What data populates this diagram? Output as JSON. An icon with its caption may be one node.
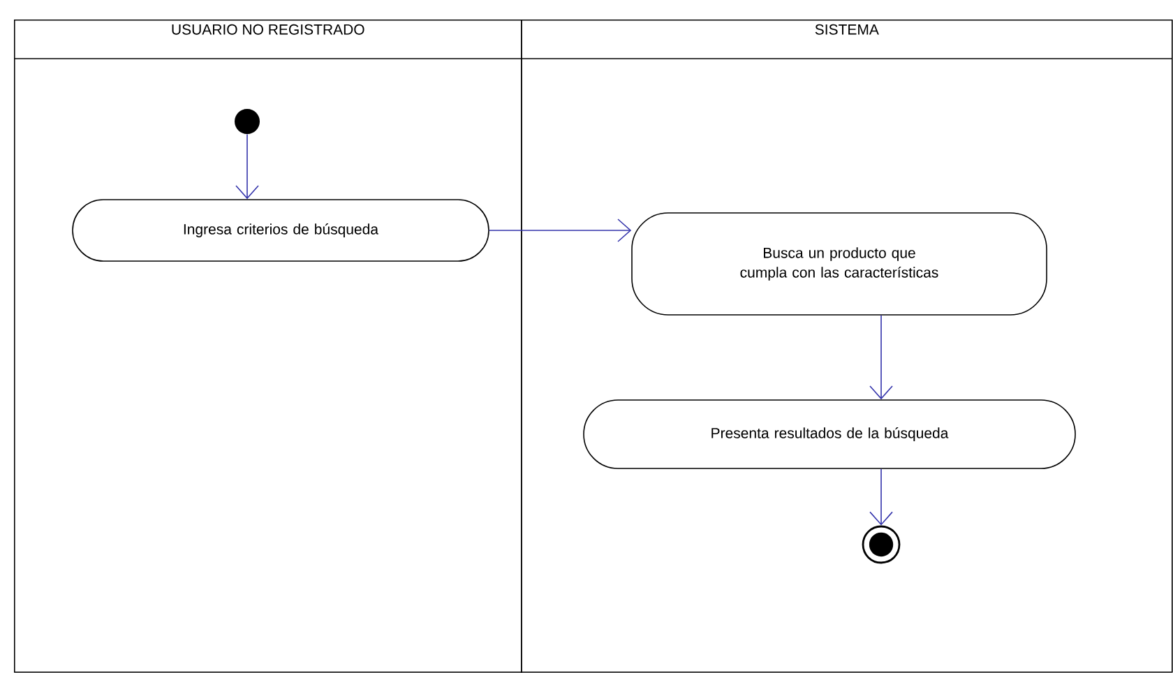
{
  "diagram": {
    "nodes": [
      {
        "text": [
          "USUARIO NO REGISTRADO"
        ]
      },
      {
        "text": [
          "SISTEMA"
        ]
      },
      {
        "text": [],
        "shape": "circle",
        "in": 0
      },
      {
        "text": [
          "Ingresa criterios de búsqueda"
        ],
        "in": 0
      },
      {
        "text": [
          "Busca un producto que cumpla con las características"
        ],
        "in": 1
      },
      {
        "text": [
          "Presenta resultados de la búsqueda"
        ],
        "in": 1
      },
      {
        "text": [],
        "shape": "bullseye",
        "in": 1
      }
    ],
    "edges": [
      {
        "from": 2,
        "to": 3,
        "arrow": "to"
      },
      {
        "from": 3,
        "to": 4,
        "arrow": "to"
      },
      {
        "from": 4,
        "to": 5,
        "arrow": "to"
      },
      {
        "from": 5,
        "to": 6,
        "arrow": "to"
      }
    ]
  }
}
